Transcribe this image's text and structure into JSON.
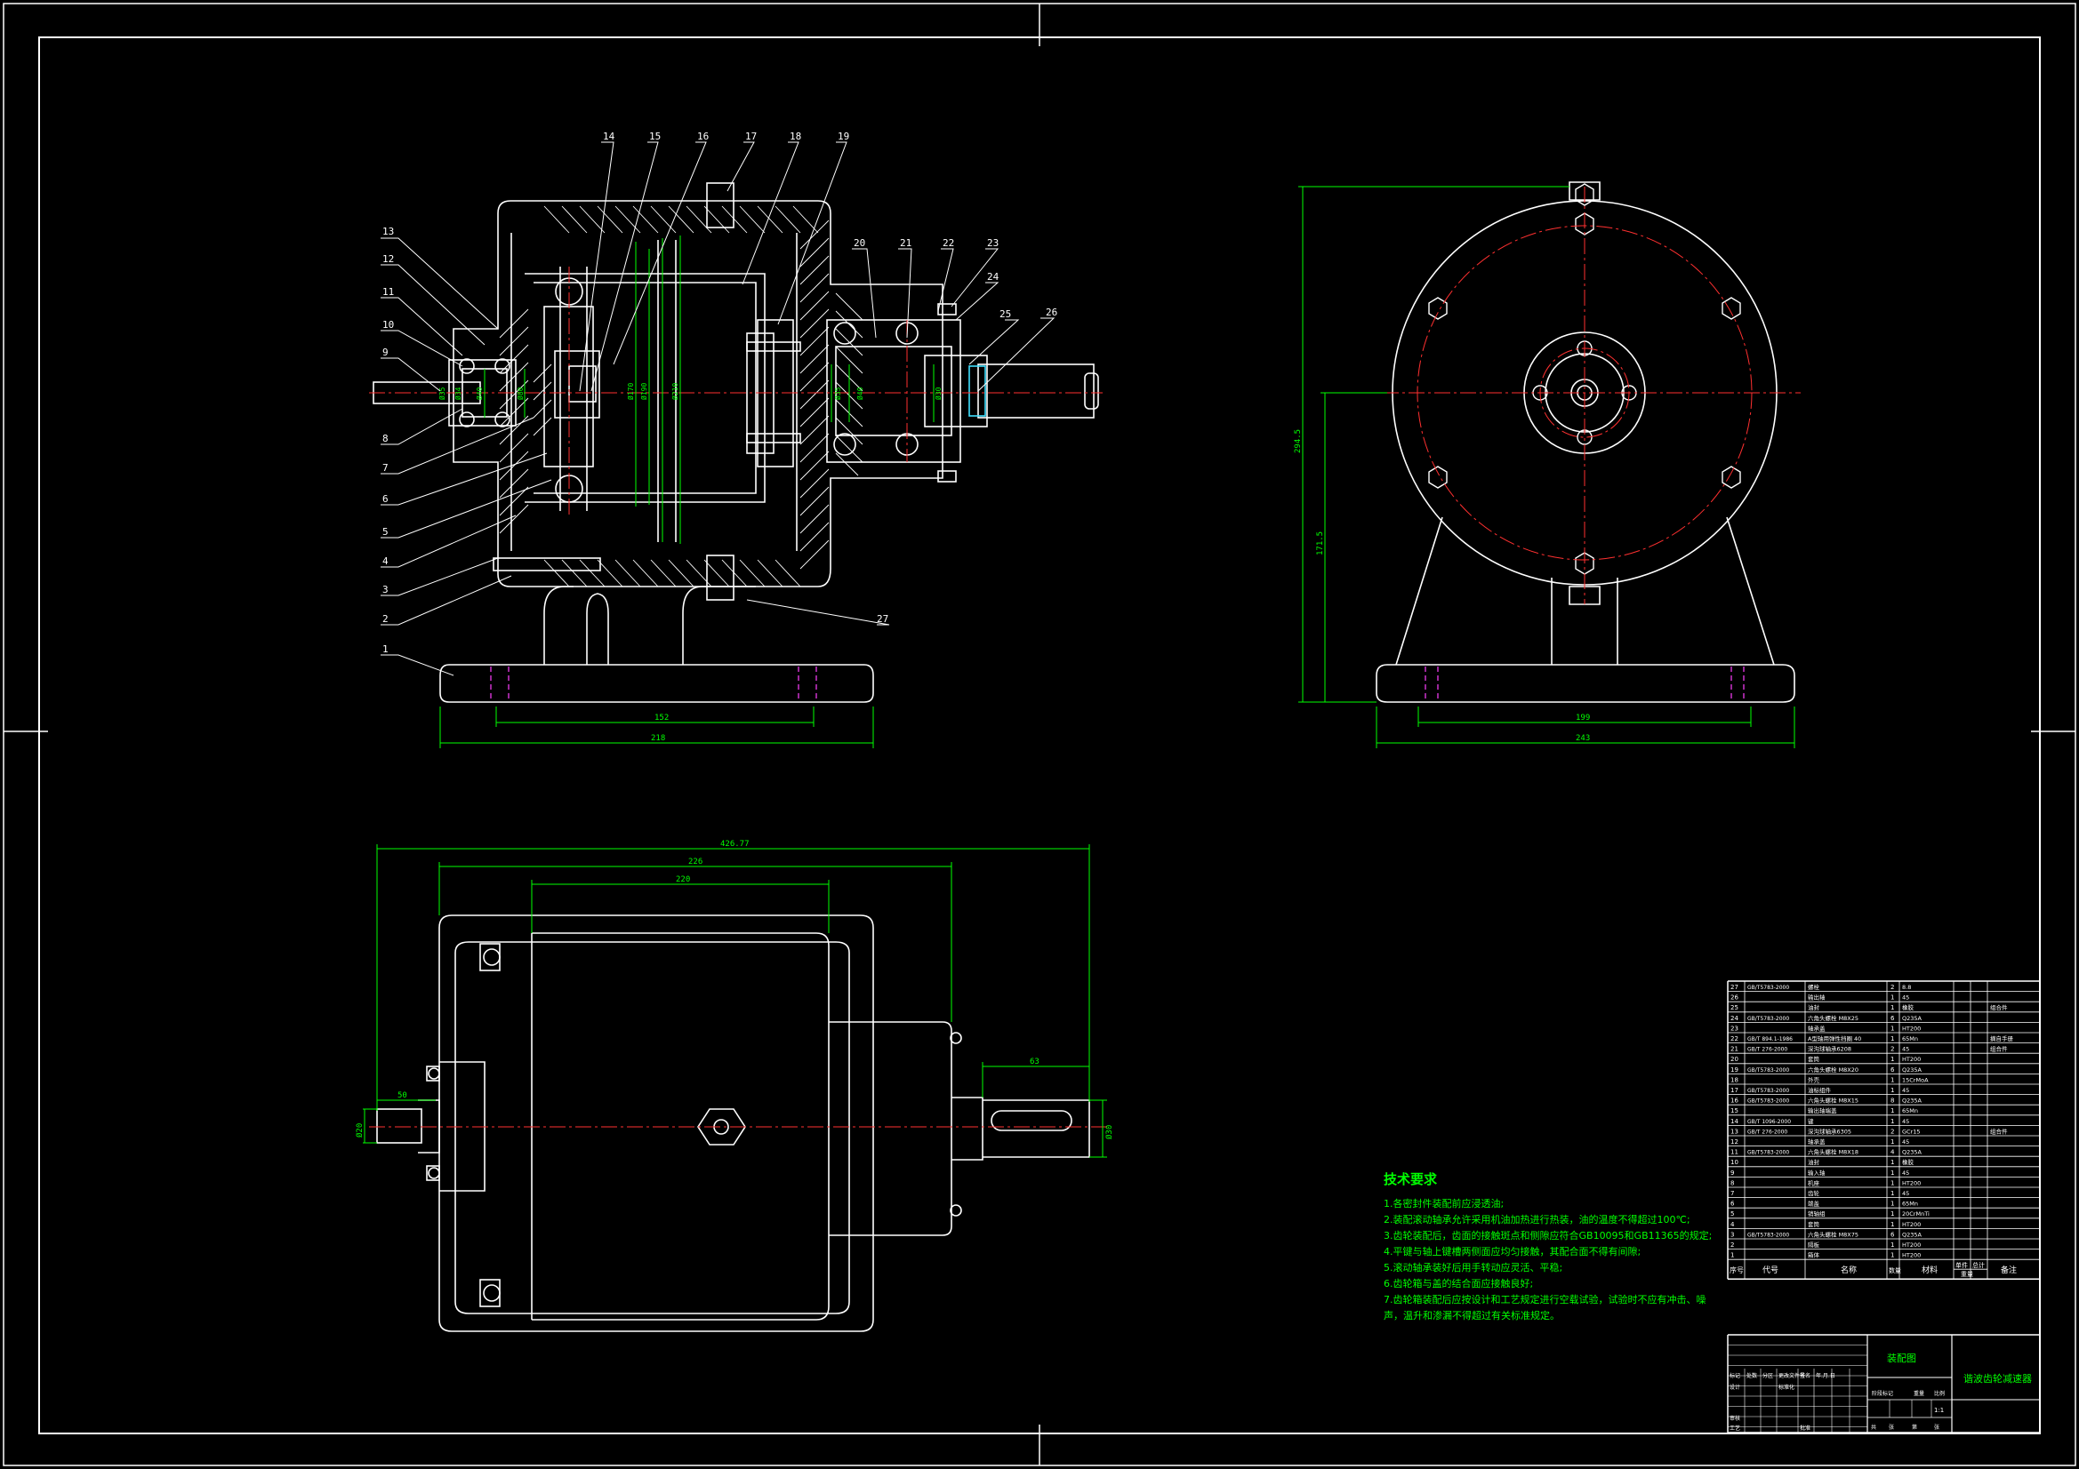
{
  "colors": {
    "bg": "#000000",
    "line": "#ffffff",
    "dim": "#00ff00",
    "center": "#ff3030",
    "pink": "#ff40ff",
    "text": "#00ff00"
  },
  "balloons_left": [
    "13",
    "12",
    "11",
    "10",
    "9",
    "8",
    "7",
    "6",
    "5",
    "4",
    "3",
    "2",
    "1"
  ],
  "balloons_top": [
    "14",
    "15",
    "16",
    "17",
    "18",
    "19"
  ],
  "balloons_right": [
    "20",
    "21",
    "22",
    "23",
    "24",
    "25",
    "26"
  ],
  "balloon_bottom": "27",
  "dimensions": {
    "front_base_inner": "152",
    "front_base_outer": "218",
    "side_height_total": "294.5",
    "side_height_center": "171.5",
    "side_base_inner": "199",
    "side_base_outer": "243",
    "top_overall": "426.77",
    "top_body": "226",
    "top_inner": "220",
    "top_input_len": "50",
    "top_output_len": "63",
    "top_input_dia": "Ø20",
    "top_output_dia": "Ø30",
    "section_dias": [
      "Ø35",
      "Ø34",
      "Ø40",
      "Ø80",
      "Ø170",
      "Ø190",
      "Ø210",
      "Ø35",
      "Ø40",
      "Ø30"
    ]
  },
  "tech_req": {
    "title": "技术要求",
    "items": [
      "1.各密封件装配前应浸透油;",
      "2.装配滚动轴承允许采用机油加热进行热装，油的温度不得超过100℃;",
      "3.齿轮装配后，齿面的接触斑点和侧隙应符合GB10095和GB11365的规定;",
      "4.平键与轴上键槽两侧面应均匀接触，其配合面不得有间隙;",
      "5.滚动轴承装好后用手转动应灵活、平稳;",
      "6.齿轮箱与盖的结合面应接触良好;",
      "7.齿轮箱装配后应按设计和工艺规定进行空载试验，试验时不应有冲击、噪",
      "声，温升和渗漏不得超过有关标准规定。"
    ]
  },
  "bom": {
    "rows": [
      [
        "27",
        "GB/T5783-2000",
        "螺栓",
        "2",
        "8.8",
        ""
      ],
      [
        "26",
        "",
        "输出轴",
        "1",
        "45",
        ""
      ],
      [
        "25",
        "",
        "油封",
        "1",
        "橡胶",
        "组合件"
      ],
      [
        "24",
        "GB/T5783-2000",
        "六角头螺栓 M8X25",
        "6",
        "Q235A",
        ""
      ],
      [
        "23",
        "",
        "轴承盖",
        "1",
        "HT200",
        ""
      ],
      [
        "22",
        "GB/T 894.1-1986",
        "A型轴用弹性挡圈 40",
        "1",
        "65Mn",
        "摘自手册"
      ],
      [
        "21",
        "GB/T 276-2000",
        "深沟球轴承6208",
        "2",
        "45",
        "组合件"
      ],
      [
        "20",
        "",
        "套筒",
        "1",
        "HT200",
        ""
      ],
      [
        "19",
        "GB/T5783-2000",
        "六角头螺栓 M8X20",
        "6",
        "Q235A",
        ""
      ],
      [
        "18",
        "",
        "外壳",
        "1",
        "15CrMoA",
        ""
      ],
      [
        "17",
        "GB/T5783-2000",
        "油标组件",
        "1",
        "45",
        ""
      ],
      [
        "16",
        "GB/T5783-2000",
        "六角头螺栓 M8X15",
        "8",
        "Q235A",
        ""
      ],
      [
        "15",
        "",
        "输出轴端盖",
        "1",
        "65Mn",
        ""
      ],
      [
        "14",
        "GB/T 1096-2000",
        "键",
        "1",
        "45",
        ""
      ],
      [
        "13",
        "GB/T 276-2000",
        "深沟球轴承6305",
        "2",
        "GCr15",
        "组合件"
      ],
      [
        "12",
        "",
        "轴承盖",
        "1",
        "45",
        ""
      ],
      [
        "11",
        "GB/T5783-2000",
        "六角头螺栓 M8X18",
        "4",
        "Q235A",
        ""
      ],
      [
        "10",
        "",
        "油封",
        "1",
        "橡胶",
        ""
      ],
      [
        "9",
        "",
        "输入轴",
        "1",
        "45",
        ""
      ],
      [
        "8",
        "",
        "机座",
        "1",
        "HT200",
        ""
      ],
      [
        "7",
        "",
        "齿轮",
        "1",
        "45",
        ""
      ],
      [
        "6",
        "",
        "端盖",
        "1",
        "65Mn",
        ""
      ],
      [
        "5",
        "",
        "销轴组",
        "1",
        "20CrMnTi",
        ""
      ],
      [
        "4",
        "",
        "套筒",
        "1",
        "HT200",
        ""
      ],
      [
        "3",
        "GB/T5783-2000",
        "六角头螺栓 M8X75",
        "6",
        "Q235A",
        ""
      ],
      [
        "2",
        "",
        "隔板",
        "1",
        "HT200",
        ""
      ],
      [
        "1",
        "",
        "箱体",
        "1",
        "HT200",
        ""
      ]
    ],
    "header": [
      "序号",
      "代号",
      "名称",
      "数量",
      "材料",
      "单件",
      "总计",
      "备注"
    ],
    "header_sub": "重量",
    "title_block_left": "装配图",
    "title_block_right": "谐波齿轮减速器",
    "tb_labels": [
      "标记",
      "处数",
      "分区",
      "更改文件号",
      "签名",
      "年.月.日",
      "设计",
      "标准化",
      "阶段标记",
      "重量",
      "比例",
      "审核",
      "工艺",
      "批准",
      "共",
      "张",
      "第",
      "张"
    ],
    "scale": "1:1"
  }
}
